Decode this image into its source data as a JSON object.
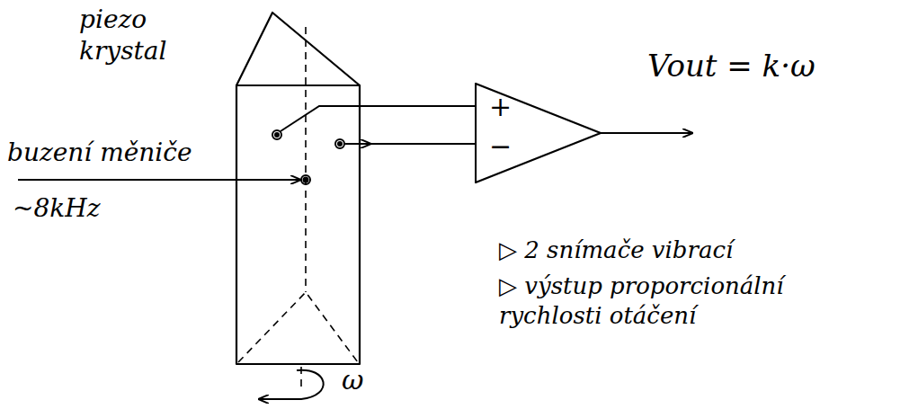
{
  "diagram": {
    "nodes": [
      {
        "text": [
          "+",
          "−"
        ]
      }
    ],
    "labels": [
      "piezo krystal",
      "buzení měniče",
      "~8kHz",
      "Vout = k·ω",
      "▷ 2 snímače vibrací",
      "▷ výstup proporcionální rychlosti otáčení",
      "ω"
    ]
  }
}
